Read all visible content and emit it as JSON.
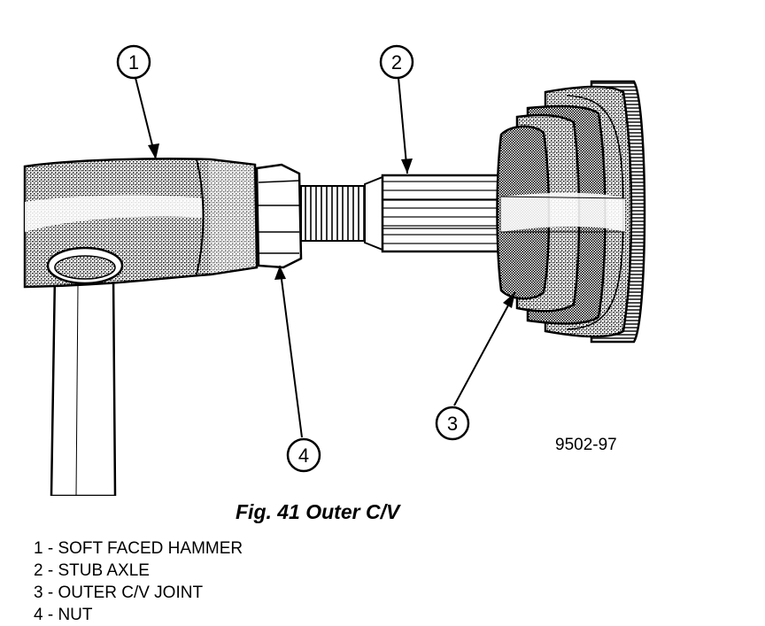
{
  "figure": {
    "id": "9502-97",
    "caption": "Fig. 41 Outer C/V"
  },
  "callouts": [
    {
      "number": "1",
      "part": "soft faced hammer"
    },
    {
      "number": "2",
      "part": "stub axle"
    },
    {
      "number": "3",
      "part": "outer c/v joint"
    },
    {
      "number": "4",
      "part": "nut"
    }
  ],
  "legend": [
    "1 - SOFT FACED HAMMER",
    "2 - STUB AXLE",
    "3 - OUTER C/V JOINT",
    "4 - NUT"
  ],
  "colors": {
    "ink": "#000000",
    "shading": "#b9b9b9",
    "paper": "#ffffff"
  }
}
